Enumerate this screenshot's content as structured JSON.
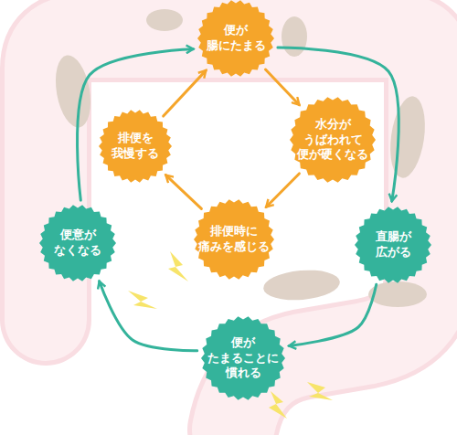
{
  "diagram": {
    "nodes": [
      {
        "text": [
          "便が 腸にたまる"
        ]
      },
      {
        "text": [
          "排便を 我慢する"
        ]
      },
      {
        "text": [
          "水分が うばわれて 便が硬くなる"
        ]
      },
      {
        "text": [
          "便意が なくなる"
        ]
      },
      {
        "text": [
          "排便時に 痛みを感じる"
        ]
      },
      {
        "text": [
          "直腸が 広がる"
        ]
      },
      {
        "text": [
          "便が たまることに 慣れる"
        ]
      }
    ],
    "edges": [
      {
        "from": 0,
        "to": 2,
        "arrow": "to"
      },
      {
        "from": 2,
        "to": 4,
        "arrow": "to"
      },
      {
        "from": 4,
        "to": 1,
        "arrow": "to"
      },
      {
        "from": 1,
        "to": 0,
        "arrow": "to"
      },
      {
        "from": 0,
        "to": 5,
        "arrow": "to"
      },
      {
        "from": 5,
        "to": 6,
        "arrow": "to"
      },
      {
        "from": 6,
        "to": 3,
        "arrow": "to"
      },
      {
        "from": 3,
        "to": 0,
        "arrow": "to"
      }
    ]
  }
}
